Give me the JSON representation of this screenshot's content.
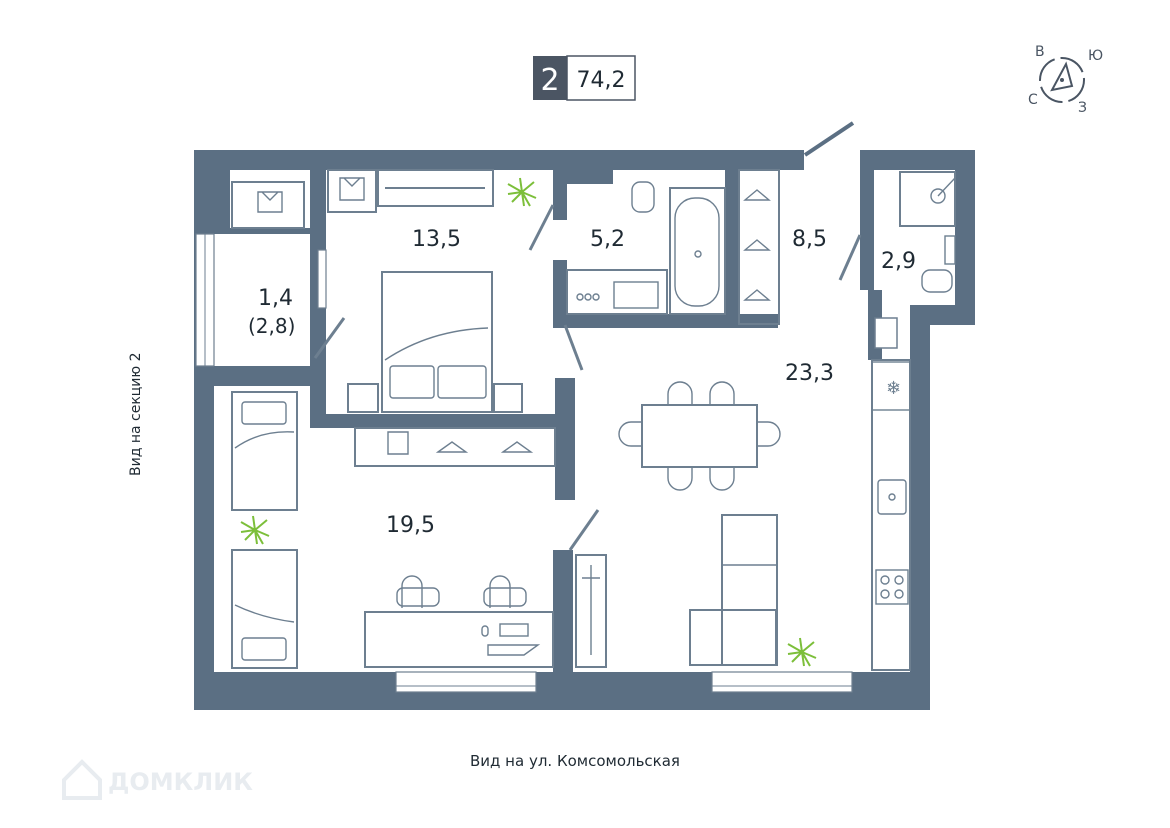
{
  "badge": {
    "rooms": "2",
    "area": "74,2"
  },
  "compass": {
    "n": "В",
    "e": "Ю",
    "w": "С",
    "s": "З"
  },
  "rooms": {
    "bedroom": "13,5",
    "bathroom": "5,2",
    "hall": "8,5",
    "wc": "2,9",
    "balcony": "1,4",
    "balcony_full": "(2,8)",
    "living": "23,3",
    "kids": "19,5"
  },
  "views": {
    "left": "Вид на секцию 2",
    "bottom": "Вид на ул. Комсомольская"
  },
  "watermark": "ДОМКЛИК",
  "colors": {
    "wall": "#5b6f83",
    "furniture": "#6d7f90",
    "plant": "#7cbf3a",
    "badge": "#4b5563"
  }
}
